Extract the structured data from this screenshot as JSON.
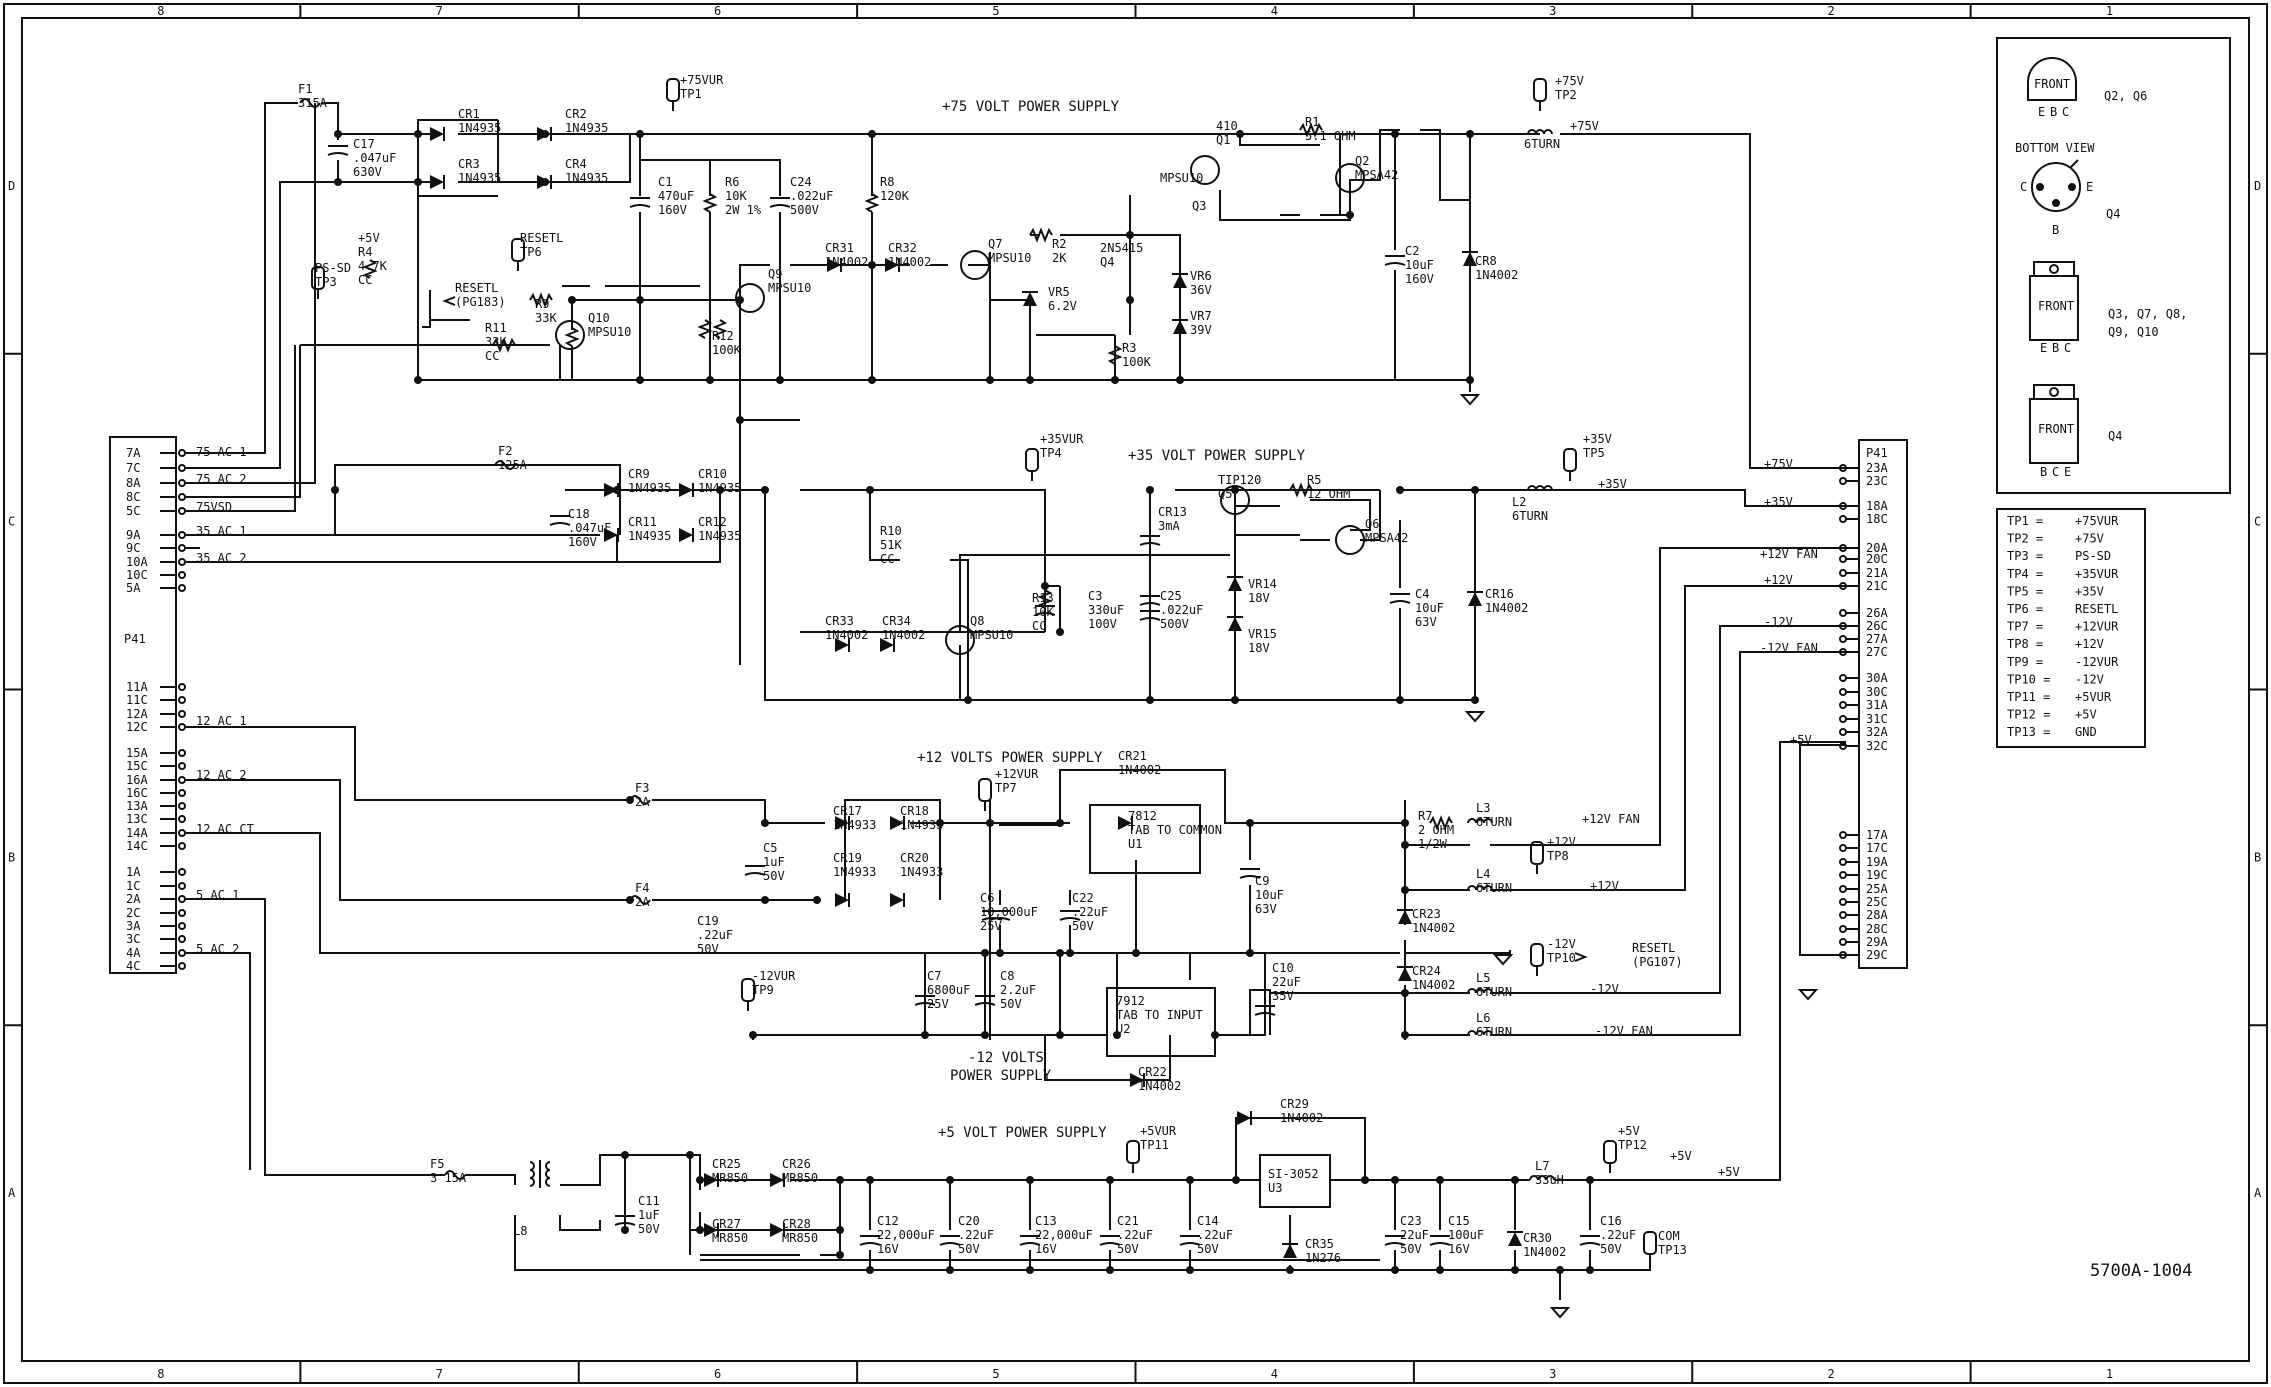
{
  "border": {
    "columns": [
      "8",
      "7",
      "6",
      "5",
      "4",
      "3",
      "2",
      "1"
    ],
    "rows": [
      "D",
      "C",
      "B",
      "A"
    ]
  },
  "drawing_number": "5700A-1004",
  "sections": {
    "ps75": "+75 VOLT POWER SUPPLY",
    "ps35": "+35 VOLT POWER SUPPLY",
    "ps12": "+12 VOLTS POWER SUPPLY",
    "ps12n_1": "-12 VOLTS",
    "ps12n_2": "POWER SUPPLY",
    "ps5": "+5 VOLT POWER SUPPLY"
  },
  "p41_left": {
    "label": "P41",
    "pins": [
      "7A",
      "7C",
      "8A",
      "8C",
      "5C",
      "9A",
      "9C",
      "10A",
      "10C",
      "5A",
      "11A",
      "11C",
      "12A",
      "12C",
      "15A",
      "15C",
      "16A",
      "16C",
      "13A",
      "13C",
      "14A",
      "14C",
      "1A",
      "1C",
      "2A",
      "2C",
      "3A",
      "3C",
      "4A",
      "4C"
    ],
    "signals": {
      "ac75_1": "75 AC 1",
      "ac75_2": "75 AC 2",
      "sd75": "75VSD",
      "ac35_1": "35 AC 1",
      "ac35_2": "35 AC 2",
      "ac12_1": "12 AC 1",
      "ac12_2": "12 AC 2",
      "ac12_ct": "12 AC CT",
      "ac5_1": "5 AC 1",
      "ac5_2": "5 AC 2"
    }
  },
  "p41_right": {
    "label": "P41",
    "pins": [
      "23A",
      "23C",
      "18A",
      "18C",
      "20A",
      "20C",
      "21A",
      "21C",
      "26A",
      "26C",
      "27A",
      "27C",
      "30A",
      "30C",
      "31A",
      "31C",
      "32A",
      "32C",
      "17A",
      "17C",
      "19A",
      "19C",
      "25A",
      "25C",
      "28A",
      "28C",
      "29A",
      "29C"
    ],
    "signals": {
      "p75": "+75V",
      "p35": "+35V",
      "p12fan": "+12V FAN",
      "p12": "+12V",
      "n12": "-12V",
      "n12fan": "-12V FAN",
      "p5": "+5V"
    }
  },
  "components": {
    "F1": [
      "F1",
      "315A"
    ],
    "C17": [
      "C17",
      ".047uF",
      "630V"
    ],
    "CR1": [
      "CR1",
      "1N4935"
    ],
    "CR2": [
      "CR2",
      "1N4935"
    ],
    "CR3": [
      "CR3",
      "1N4935"
    ],
    "CR4": [
      "CR4",
      "1N4935"
    ],
    "TP1": [
      "+75VUR",
      "TP1"
    ],
    "C1": [
      "C1",
      "470uF",
      "160V"
    ],
    "R6": [
      "R6",
      "10K",
      "2W 1%"
    ],
    "C24": [
      "C24",
      ".022uF",
      "500V"
    ],
    "R8": [
      "R8",
      "120K"
    ],
    "CR31": [
      "CR31",
      "1N4002"
    ],
    "CR32": [
      "CR32",
      "1N4002"
    ],
    "Q7": [
      "Q7",
      "MPSU10"
    ],
    "Q9": [
      "Q9",
      "MPSU10"
    ],
    "Q10": [
      "Q10",
      "MPSU10"
    ],
    "R4": [
      "+5V",
      "R4",
      "4.7K",
      "CC"
    ],
    "TP3": [
      "PS-SD",
      "TP3"
    ],
    "TP6": [
      "RESETL",
      "TP6"
    ],
    "RESET_IN": [
      "RESETL",
      "(PG183)"
    ],
    "R9": [
      "R9",
      "33K"
    ],
    "R11": [
      "R11",
      "33K",
      "CC"
    ],
    "R12": [
      "R12",
      "100K"
    ],
    "R2": [
      "R2",
      "2K"
    ],
    "VR5": [
      "VR5",
      "6.2V"
    ],
    "Q4": [
      "2N5415",
      "Q4"
    ],
    "R3": [
      "R3",
      "100K"
    ],
    "VR6": [
      "VR6",
      "36V"
    ],
    "VR7": [
      "VR7",
      "39V"
    ],
    "Q1": [
      "410",
      "Q1"
    ],
    "MPSU10_Q1": "MPSU10",
    "Q3": "Q3",
    "R1": [
      "R1",
      "5.1 OHM"
    ],
    "Q2": [
      "Q2",
      "MPSA42"
    ],
    "C2": [
      "C2",
      "10uF",
      "160V"
    ],
    "CR8": [
      "CR8",
      "1N4002"
    ],
    "L_75": "6TURN",
    "TP2": [
      "+75V",
      "TP2"
    ],
    "P75": "+75V",
    "F2": [
      "F2",
      "125A"
    ],
    "C18": [
      "C18",
      ".047uF",
      "160V"
    ],
    "CR9": [
      "CR9",
      "1N4935"
    ],
    "CR10": [
      "CR10",
      "1N4935"
    ],
    "CR11": [
      "CR11",
      "1N4935"
    ],
    "CR12": [
      "CR12",
      "1N4935"
    ],
    "R10": [
      "R10",
      "51K",
      "CC"
    ],
    "TP4": [
      "+35VUR",
      "TP4"
    ],
    "CR13": [
      "CR13",
      "3mA"
    ],
    "Q5": [
      "TIP120",
      "Q5"
    ],
    "R5": [
      "R5",
      "12 OHM"
    ],
    "Q6": [
      "Q6",
      "MPSA42"
    ],
    "R13": [
      "R13",
      "10K",
      "CC"
    ],
    "C3": [
      "C3",
      "330uF",
      "100V"
    ],
    "C25": [
      "C25",
      ".022uF",
      "500V"
    ],
    "VR14": [
      "VR14",
      "18V"
    ],
    "VR15": [
      "VR15",
      "18V"
    ],
    "CR33": [
      "CR33",
      "1N4002"
    ],
    "CR34": [
      "CR34",
      "1N4002"
    ],
    "Q8": [
      "Q8",
      "MPSU10"
    ],
    "C4": [
      "C4",
      "10uF",
      "63V"
    ],
    "CR16": [
      "CR16",
      "1N4002"
    ],
    "L2": [
      "L2",
      "6TURN"
    ],
    "TP5": [
      "+35V",
      "TP5"
    ],
    "P35": "+35V",
    "F3": [
      "F3",
      "2A"
    ],
    "F4": [
      "F4",
      "2A"
    ],
    "C5": [
      "C5",
      "1uF",
      "50V"
    ],
    "C19": [
      "C19",
      ".22uF",
      "50V"
    ],
    "CR17": [
      "CR17",
      "1N4933"
    ],
    "CR18": [
      "CR18",
      "1N4933"
    ],
    "CR19": [
      "CR19",
      "1N4933"
    ],
    "CR20": [
      "CR20",
      "1N4933"
    ],
    "TP7": [
      "+12VUR",
      "TP7"
    ],
    "CR21": [
      "CR21",
      "1N4002"
    ],
    "U1": [
      "7812",
      "TAB TO COMMON",
      "U1"
    ],
    "C6": [
      "C6",
      "10,000uF",
      "25V"
    ],
    "C22": [
      "C22",
      ".22uF",
      "50V"
    ],
    "C9": [
      "C9",
      "10uF",
      "63V"
    ],
    "R7": [
      "R7",
      "2 OHM",
      "1/2W"
    ],
    "L3": [
      "L3",
      "6TURN"
    ],
    "L4": [
      "L4",
      "6TURN"
    ],
    "L5": [
      "L5",
      "6TURN"
    ],
    "L6": [
      "L6",
      "6TURN"
    ],
    "CR23": [
      "CR23",
      "1N4002"
    ],
    "CR24": [
      "CR24",
      "1N4002"
    ],
    "TP8": [
      "+12V",
      "TP8"
    ],
    "TP10": [
      "-12V",
      "TP10"
    ],
    "RESET_OUT": [
      "RESETL",
      "(PG107)"
    ],
    "C7": [
      "C7",
      "6800uF",
      "25V"
    ],
    "C8": [
      "C8",
      "2.2uF",
      "50V"
    ],
    "U2": [
      "7912",
      "TAB TO INPUT",
      "U2"
    ],
    "C10": [
      "C10",
      "22uF",
      "35V"
    ],
    "CR22": [
      "CR22",
      "1N4002"
    ],
    "TP9": [
      "-12VUR",
      "TP9"
    ],
    "P12FAN": "+12V FAN",
    "P12": "+12V",
    "N12": "-12V",
    "N12FAN": "-12V FAN",
    "F5": [
      "F5",
      "3 15A"
    ],
    "L8": "L8",
    "C11": [
      "C11",
      "1uF",
      "50V"
    ],
    "CR25": [
      "CR25",
      "MR850"
    ],
    "CR26": [
      "CR26",
      "MR850"
    ],
    "CR27": [
      "CR27",
      "MR850"
    ],
    "CR28": [
      "CR28",
      "MR850"
    ],
    "C12": [
      "C12",
      "22,000uF",
      "16V"
    ],
    "C20": [
      "C20",
      ".22uF",
      "50V"
    ],
    "C13": [
      "C13",
      "22,000uF",
      "16V"
    ],
    "C21": [
      "C21",
      ".22uF",
      "50V"
    ],
    "C14": [
      "C14",
      ".22uF",
      "50V"
    ],
    "TP11": [
      "+5VUR",
      "TP11"
    ],
    "CR29": [
      "CR29",
      "1N4002"
    ],
    "U3": [
      "SI-3052",
      "U3"
    ],
    "CR35": [
      "CR35",
      "1N276"
    ],
    "C23": [
      "C23",
      "22uF",
      "50V"
    ],
    "C15": [
      "C15",
      "100uF",
      "16V"
    ],
    "L7": [
      "L7",
      "33uH"
    ],
    "CR30": [
      "CR30",
      "1N4002"
    ],
    "C16": [
      "C16",
      ".22uF",
      "50V"
    ],
    "TP12": [
      "+5V",
      "TP12"
    ],
    "P5a": "+5V",
    "P5b": "+5V",
    "TP13": [
      "COM",
      "TP13"
    ]
  },
  "legend": {
    "q2q6": "Q2, Q6",
    "front": "FRONT",
    "bottom_view": "BOTTOM VIEW",
    "q4": "Q4",
    "ebc": [
      "E",
      "B",
      "C"
    ],
    "bce": [
      "B",
      "C",
      "E"
    ],
    "q3group_1": "Q3, Q7, Q8,",
    "q3group_2": "Q9, Q10",
    "pin_c": "C",
    "pin_e": "E",
    "pin_b": "B"
  },
  "tp_table": [
    [
      "TP1",
      "+75VUR"
    ],
    [
      "TP2",
      "+75V"
    ],
    [
      "TP3",
      "PS-SD"
    ],
    [
      "TP4",
      "+35VUR"
    ],
    [
      "TP5",
      "+35V"
    ],
    [
      "TP6",
      "RESETL"
    ],
    [
      "TP7",
      "+12VUR"
    ],
    [
      "TP8",
      "+12V"
    ],
    [
      "TP9",
      "-12VUR"
    ],
    [
      "TP10",
      "-12V"
    ],
    [
      "TP11",
      "+5VUR"
    ],
    [
      "TP12",
      "+5V"
    ],
    [
      "TP13",
      "GND"
    ]
  ]
}
